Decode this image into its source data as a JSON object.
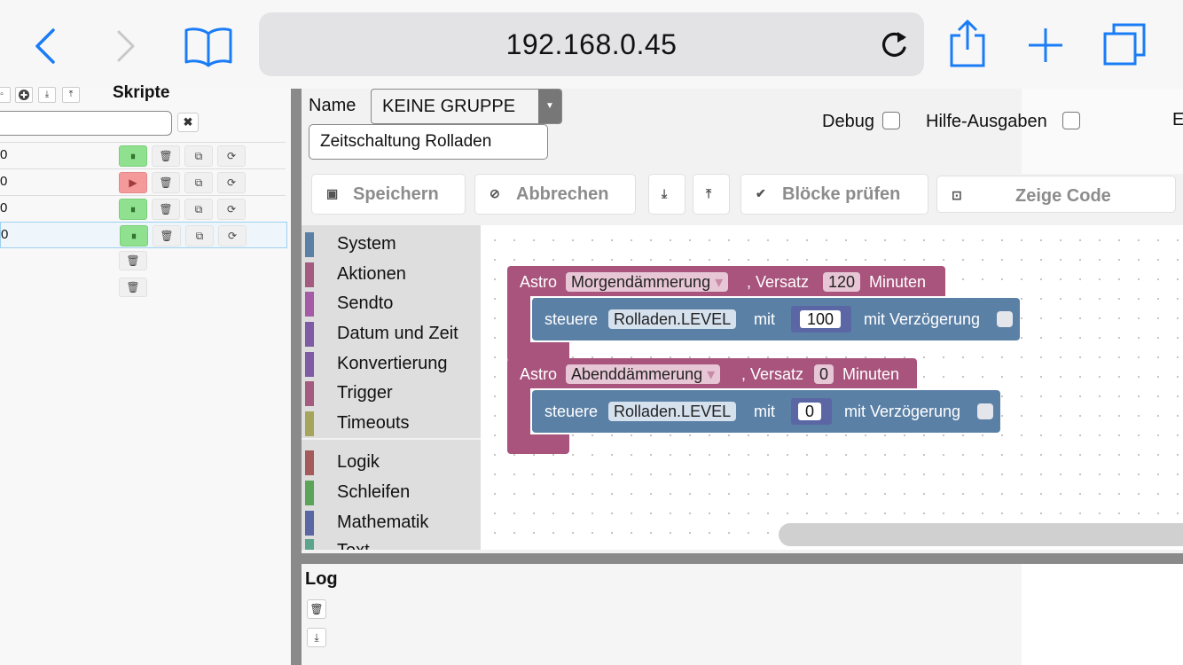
{
  "browser": {
    "url": "192.168.0.45",
    "icons": [
      "back-chevron-icon",
      "forward-chevron-icon",
      "bookmarks-book-icon",
      "reload-icon",
      "share-icon",
      "new-tab-plus-icon",
      "tabs-icon"
    ],
    "accent_color": "#1a7cf6"
  },
  "left_panel": {
    "title": "Skripte",
    "search_clear": "✖",
    "rows": [
      {
        "num": "0",
        "state": "pause"
      },
      {
        "num": "0",
        "state": "play"
      },
      {
        "num": "0",
        "state": "pause"
      },
      {
        "num": "0",
        "state": "pause"
      }
    ],
    "glyphs": {
      "pause": "⏸",
      "play": "▶",
      "trash": "🗑",
      "copy": "⧉",
      "reload": "⟳"
    }
  },
  "editor": {
    "name_label": "Name",
    "group_value": "KEINE GRUPPE",
    "group_arrow": "▼",
    "script_name": "Zeitschaltung Rolladen",
    "debug_label": "Debug",
    "help_label": "Hilfe-Ausgaben",
    "cut_letter": "E",
    "toolbar": {
      "save": "Speichern",
      "cancel": "Abbrechen",
      "import_icon": "⤓",
      "export_icon": "⤒",
      "check": "Blöcke prüfen",
      "show_code": "Zeige Code"
    }
  },
  "toolbox": {
    "categories": [
      {
        "label": "System",
        "color": "#5b80a5"
      },
      {
        "label": "Aktionen",
        "color": "#a55b80"
      },
      {
        "label": "Sendto",
        "color": "#a55ba5"
      },
      {
        "label": "Datum und Zeit",
        "color": "#805ba5"
      },
      {
        "label": "Konvertierung",
        "color": "#805ba5"
      },
      {
        "label": "Trigger",
        "color": "#a55b80"
      },
      {
        "label": "Timeouts",
        "color": "#a5a55b"
      },
      {
        "label": "Logik",
        "color": "#a55b5b"
      },
      {
        "label": "Schleifen",
        "color": "#5ba55b"
      },
      {
        "label": "Mathematik",
        "color": "#5b67a5"
      },
      {
        "label": "Text",
        "color": "#5ba58c"
      }
    ]
  },
  "blocks": [
    {
      "astro": "Astro",
      "event": "Morgendämmerung",
      "dropdown": "▾",
      "versatz_label": ", Versatz",
      "offset": "120",
      "minutes": "Minuten",
      "steuere": "steuere",
      "device": "Rolladen.LEVEL",
      "mit": "mit",
      "value": "100",
      "delay_label": "mit Verzögerung"
    },
    {
      "astro": "Astro",
      "event": "Abenddämmerung",
      "dropdown": "▾",
      "versatz_label": ", Versatz",
      "offset": "0",
      "minutes": "Minuten",
      "steuere": "steuere",
      "device": "Rolladen.LEVEL",
      "mit": "mit",
      "value": "0",
      "delay_label": "mit Verzögerung"
    }
  ],
  "log": {
    "title": "Log",
    "trash_icon": "🗑",
    "download_icon": "⤓"
  }
}
